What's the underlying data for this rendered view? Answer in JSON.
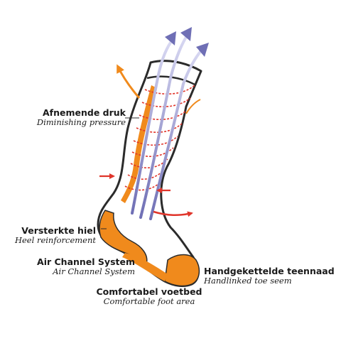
{
  "callouts": {
    "diminishing": {
      "nl": "Afnemende druk",
      "en": "Diminishing pressure"
    },
    "heel": {
      "nl": "Versterkte hiel",
      "en": "Heel reinforcement"
    },
    "air": {
      "nl": "Air Channel System",
      "en": "Air Channel System"
    },
    "toe": {
      "nl": "Handgekettelde teennaad",
      "en": "Handlinked toe seem"
    },
    "footbed": {
      "nl": "Comfortabel voetbed",
      "en": "Comfortable foot area"
    }
  },
  "colors": {
    "outline": "#2b2b2b",
    "accent_orange": "#f08a1c",
    "air_arrow": "#6f6fb5",
    "air_arrow_light": "#c9c9ee",
    "pressure_red": "#e0352b"
  }
}
